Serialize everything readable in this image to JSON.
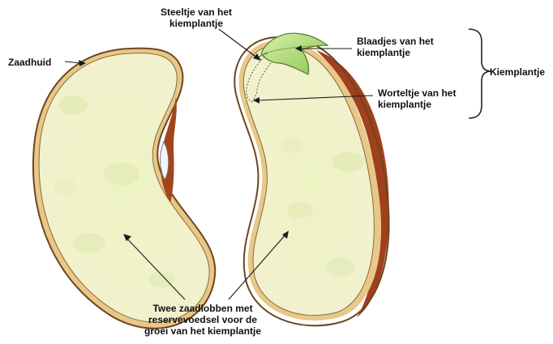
{
  "labels": {
    "seed_coat": "Zaadhuid",
    "stem": "Steeltje van het\nkiemplantje",
    "leaves": "Blaadjes van het\nkiemplantje",
    "root": "Worteltje van het\nkiemplantje",
    "embryo": "Kiemplantje",
    "cotyledons": "Twee zaadlobben met\nreservevoedsel voor de\ngroei van het kiemplantje"
  },
  "colors": {
    "seed_coat_outline": "#7a4a22",
    "seed_coat_rim": "#e9c98a",
    "cotyledon_fill": "#eef2c6",
    "cotyledon_spot": "#dbe8b0",
    "seed_coat_inner": "#a8441c",
    "seedling_leaf": "#9acd5a",
    "seedling_leaf_light": "#cde9a0",
    "text": "#111111"
  }
}
